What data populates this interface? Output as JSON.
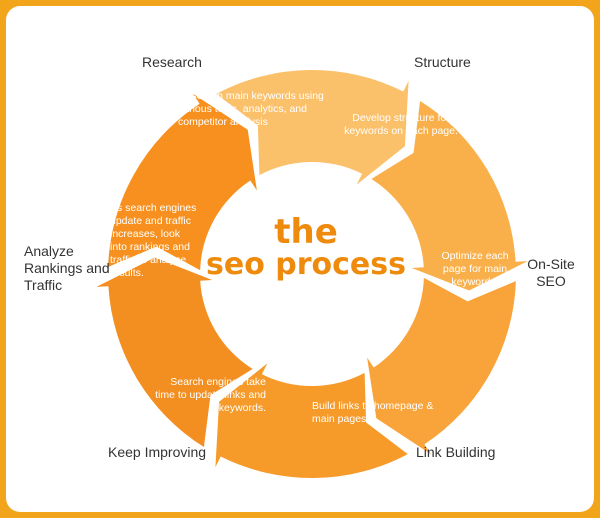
{
  "title": {
    "line1": "the",
    "line2": "seo process"
  },
  "colors": {
    "border": "#f2a51a",
    "title": "#ee8a0c",
    "segments": [
      "#fbc06a",
      "#fab04a",
      "#f9a43a",
      "#f69a2a",
      "#f38f20",
      "#f7901e"
    ]
  },
  "steps": [
    {
      "label": "Research",
      "description": "Research main keywords using various tools, analytics, and competitor analysis"
    },
    {
      "label": "Structure",
      "description": "Develop structure for keywords on each page."
    },
    {
      "label": "On-Site SEO",
      "description": "Optimize each page for main keywords."
    },
    {
      "label": "Link Building",
      "description": "Build links to homepage & main pages."
    },
    {
      "label": "Keep Improving",
      "description": "Search engines take time to update links and keywords."
    },
    {
      "label": "Analyze Rankings and Traffic",
      "description": "As search engines update and traffic increases, look into rankings and traffic to analyze results."
    }
  ]
}
